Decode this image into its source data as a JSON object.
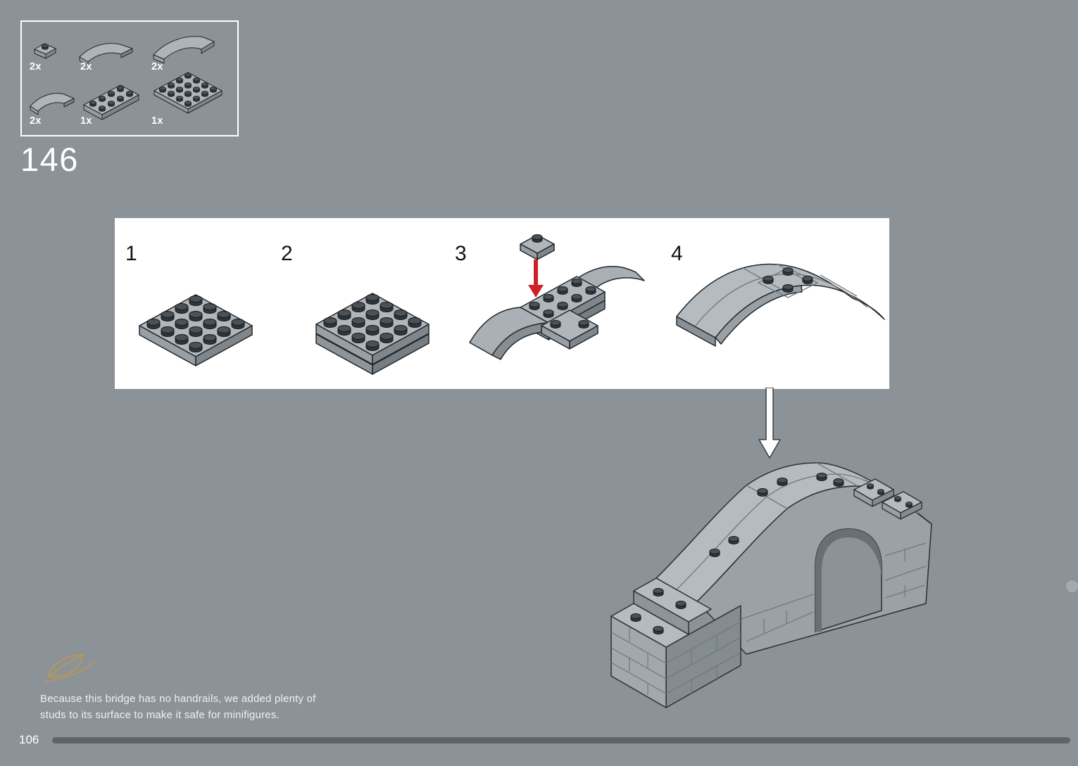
{
  "page": {
    "step_number": "146",
    "page_number": "106",
    "note_line1": "Because this bridge has no handrails, we added plenty of",
    "note_line2": "studs to its surface to make it safe for minifigures."
  },
  "parts_box": {
    "parts": [
      {
        "qty": "2x",
        "name": "plate-1x2-jumper"
      },
      {
        "qty": "2x",
        "name": "slope-curved-2x2"
      },
      {
        "qty": "2x",
        "name": "slope-curved-4x2"
      },
      {
        "qty": "2x",
        "name": "slope-curved-2x2"
      },
      {
        "qty": "1x",
        "name": "plate-2x4"
      },
      {
        "qty": "1x",
        "name": "plate-4x4"
      }
    ]
  },
  "panel": {
    "steps": [
      {
        "number": "1"
      },
      {
        "number": "2"
      },
      {
        "number": "3"
      },
      {
        "number": "4"
      }
    ]
  },
  "icons": {
    "leaf": "laurel-leaf-icon",
    "down_arrow": "assembly-down-arrow-icon",
    "red_arrow": "placement-arrow-icon"
  },
  "colors": {
    "background": "#8b9298",
    "panel_bg": "#ffffff",
    "brick_light": "#b5bbbf",
    "brick_mid": "#99a1a6",
    "brick_dark": "#7f878d",
    "accent_red": "#ce2127",
    "leaf_gold": "#b6985a",
    "progress_bar": "#5d646a"
  }
}
